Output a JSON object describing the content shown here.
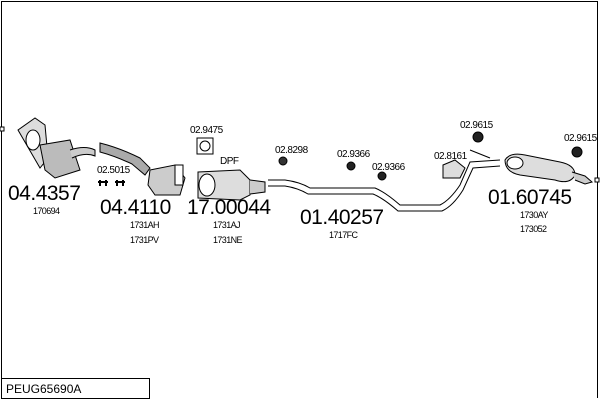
{
  "diagram_code": "PEUG65690A",
  "parts": [
    {
      "number": "04.4357",
      "refs": [
        "170694"
      ]
    },
    {
      "number": "04.4110",
      "refs": [
        "1731AH",
        "1731PV"
      ]
    },
    {
      "number": "17.00044",
      "refs": [
        "1731AJ",
        "1731NE"
      ]
    },
    {
      "number": "01.40257",
      "refs": [
        "1717FC"
      ]
    },
    {
      "number": "01.60745",
      "refs": [
        "1730AY",
        "173052"
      ]
    }
  ],
  "accessories": [
    "02.5015",
    "02.9475",
    "02.8298",
    "02.9366",
    "02.9366",
    "02.8161",
    "02.9615",
    "02.9615"
  ],
  "dpf_label": "DPF"
}
